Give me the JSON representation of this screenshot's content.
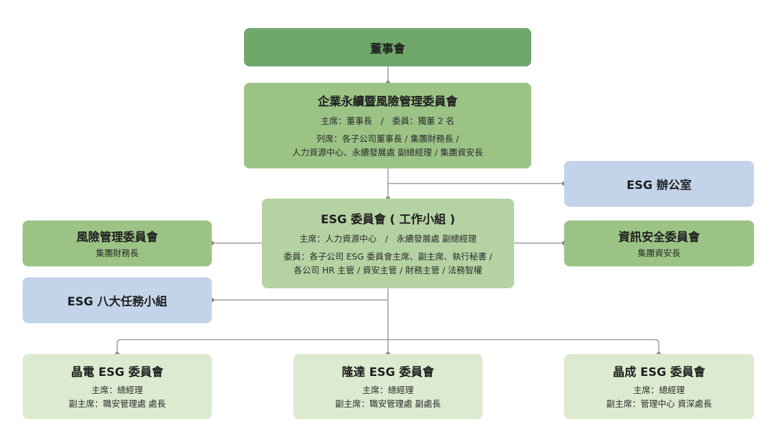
{
  "board": {
    "title": "董事會"
  },
  "sustainability_committee": {
    "title": "企業永續暨風險管理委員會",
    "line1": "主席：董事長　/　委員：獨董 2 名",
    "line2": "列席：各子公司董事長 / 集團財務長 /",
    "line3": "人力資源中心、永續發展處 副總經理 / 集團資安長"
  },
  "esg_office": {
    "title": "ESG 辦公室"
  },
  "esg_committee": {
    "title": "ESG 委員會 ( 工作小組 )",
    "line1": "主席：人力資源中心　/　永續發展處 副總經理",
    "line2": "委員：各子公司 ESG 委員會主席、副主席、執行秘書 /",
    "line3": "各公司 HR 主管 / 資安主管 / 財務主管 / 法務智權"
  },
  "risk_committee": {
    "title": "風險管理委員會",
    "sub": "集團財務長"
  },
  "infosec_committee": {
    "title": "資訊安全委員會",
    "sub": "集團資安長"
  },
  "task_force": {
    "title": "ESG 八大任務小組"
  },
  "subsidiaries": [
    {
      "title": "晶電 ESG 委員會",
      "chair": "主席：總經理",
      "vice": "副主席：職安管理處 處長"
    },
    {
      "title": "隆達 ESG 委員會",
      "chair": "主席：總經理",
      "vice": "副主席：職安管理處 副處長"
    },
    {
      "title": "晶成 ESG 委員會",
      "chair": "主席：總經理",
      "vice": "副主席：管理中心 資深處長"
    }
  ],
  "colors": {
    "board": "#6fa86a",
    "committee": "#9bc386",
    "working_group": "#b5d3a2",
    "sub_committee": "#dcebd0",
    "office_blue": "#c3d4ea",
    "connector": "#8c8c8c"
  }
}
